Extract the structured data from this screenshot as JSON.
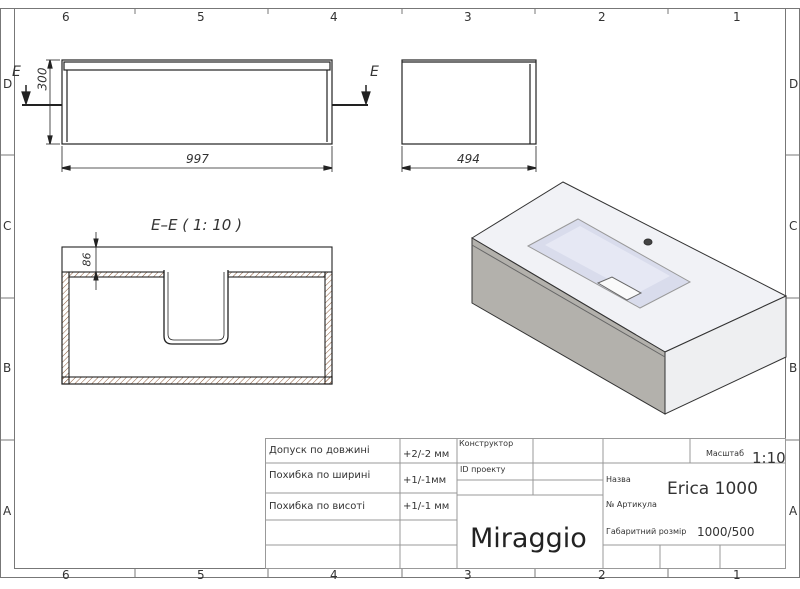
{
  "frame": {
    "columns": [
      "6",
      "5",
      "4",
      "3",
      "2",
      "1"
    ],
    "rows": [
      "D",
      "C",
      "B",
      "A"
    ]
  },
  "views": {
    "front": {
      "width_dim": "997",
      "height_dim": "300",
      "section_mark": "E"
    },
    "side": {
      "depth_dim": "494"
    },
    "section": {
      "title": "E–E ( 1: 10 )",
      "depth_dim": "86"
    }
  },
  "title_block": {
    "tolerances": [
      {
        "label": "Допуск по довжині",
        "value": "+2/-2 мм"
      },
      {
        "label": "Похибка по ширині",
        "value": "+1/-1мм"
      },
      {
        "label": "Похибка по висоті",
        "value": "+1/-1 мм"
      }
    ],
    "designer_label": "Конструктор",
    "project_id_label": "ID проекту",
    "brand": "Miraggio",
    "scale_label": "Масштаб",
    "scale_value": "1:10",
    "name_label": "Назва",
    "name_value": "Erica 1000",
    "article_label": "№ Артикула",
    "size_label": "Габаритний розмір",
    "size_value": "1000/500"
  }
}
